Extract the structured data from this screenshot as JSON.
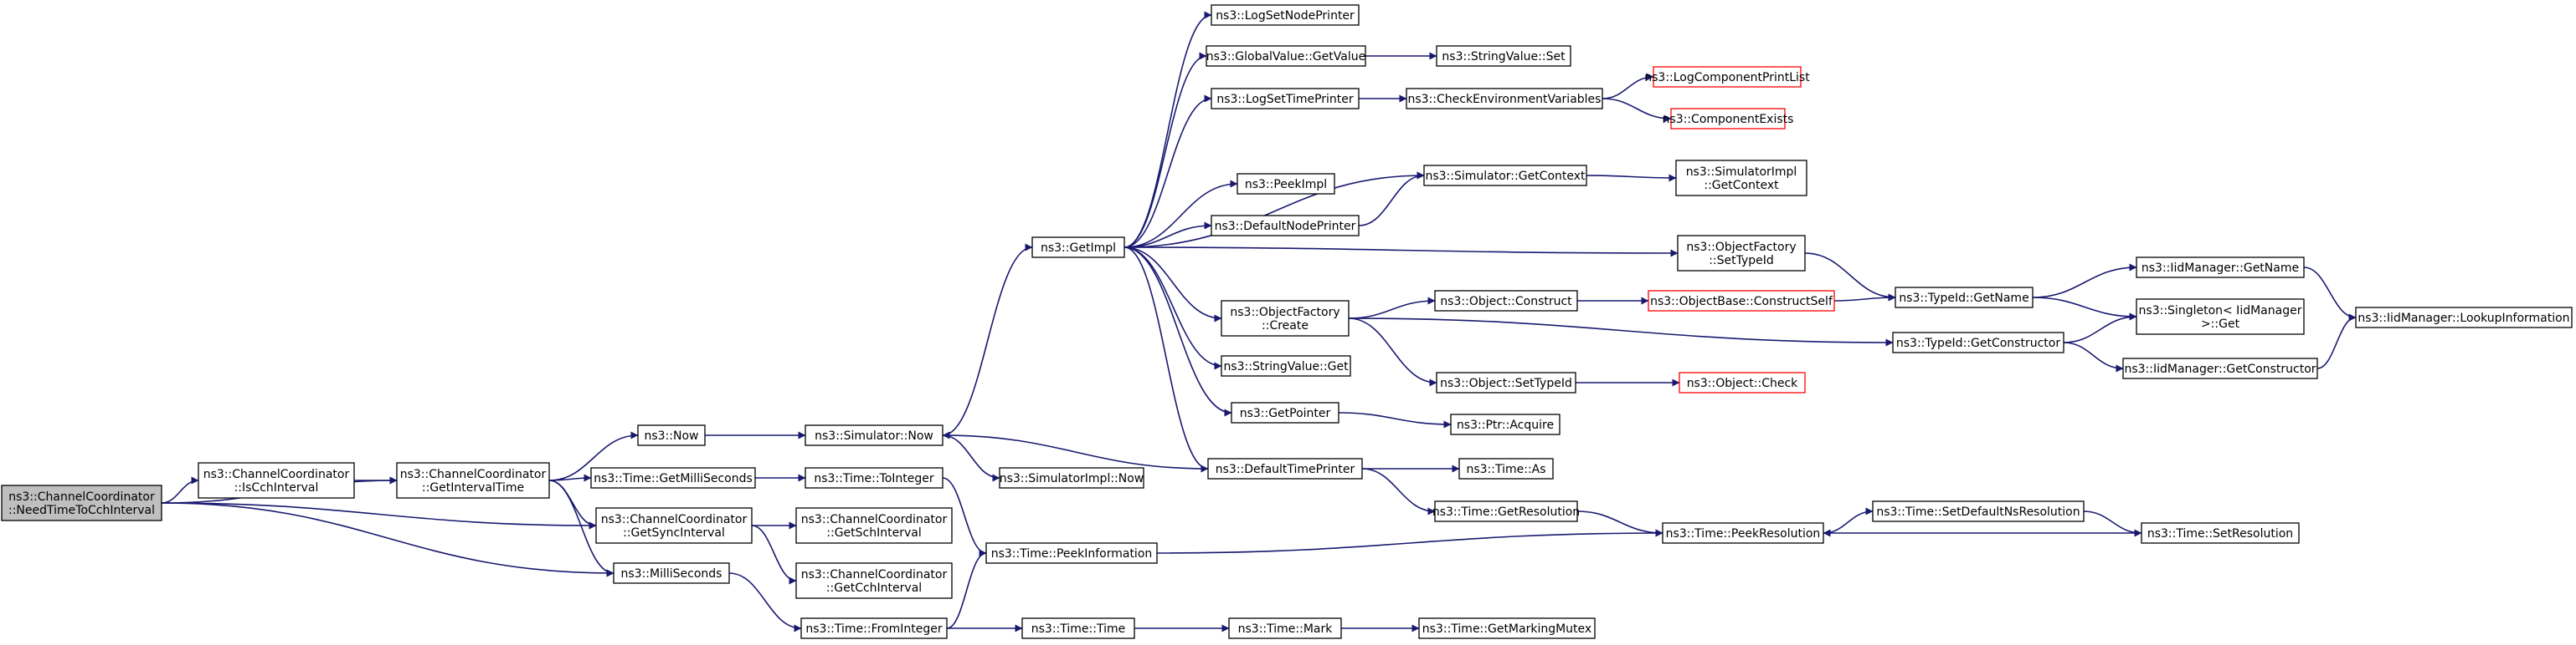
{
  "graph": {
    "edge_color": "#191970",
    "root_fill": "#bfbfbf",
    "missing_border_color": "#ff0000",
    "nodes": [
      {
        "id": "root",
        "lines": [
          "ns3::ChannelCoordinator",
          "::NeedTimeToCchInterval"
        ],
        "style": "root"
      },
      {
        "id": "isCch",
        "lines": [
          "ns3::ChannelCoordinator",
          "::IsCchInterval"
        ]
      },
      {
        "id": "getInt",
        "lines": [
          "ns3::ChannelCoordinator",
          "::GetIntervalTime"
        ]
      },
      {
        "id": "getSync",
        "lines": [
          "ns3::ChannelCoordinator",
          "::GetSyncInterval"
        ]
      },
      {
        "id": "milliSec",
        "lines": [
          "ns3::MilliSeconds"
        ]
      },
      {
        "id": "now",
        "lines": [
          "ns3::Now"
        ]
      },
      {
        "id": "getMilli",
        "lines": [
          "ns3::Time::GetMilliSeconds"
        ]
      },
      {
        "id": "getSch",
        "lines": [
          "ns3::ChannelCoordinator",
          "::GetSchInterval"
        ]
      },
      {
        "id": "getCchI",
        "lines": [
          "ns3::ChannelCoordinator",
          "::GetCchInterval"
        ]
      },
      {
        "id": "simNow",
        "lines": [
          "ns3::Simulator::Now"
        ]
      },
      {
        "id": "toInt",
        "lines": [
          "ns3::Time::ToInteger"
        ]
      },
      {
        "id": "fromInt",
        "lines": [
          "ns3::Time::FromInteger"
        ]
      },
      {
        "id": "peekInfo",
        "lines": [
          "ns3::Time::PeekInformation"
        ]
      },
      {
        "id": "simImplNow",
        "lines": [
          "ns3::SimulatorImpl::Now"
        ]
      },
      {
        "id": "getImpl",
        "lines": [
          "ns3::GetImpl"
        ]
      },
      {
        "id": "timeTime",
        "lines": [
          "ns3::Time::Time"
        ]
      },
      {
        "id": "logNode",
        "lines": [
          "ns3::LogSetNodePrinter"
        ]
      },
      {
        "id": "gvGet",
        "lines": [
          "ns3::GlobalValue::GetValue"
        ]
      },
      {
        "id": "logTime",
        "lines": [
          "ns3::LogSetTimePrinter"
        ]
      },
      {
        "id": "peekImpl",
        "lines": [
          "ns3::PeekImpl"
        ]
      },
      {
        "id": "defNode",
        "lines": [
          "ns3::DefaultNodePrinter"
        ]
      },
      {
        "id": "ofCreate",
        "lines": [
          "ns3::ObjectFactory",
          "::Create"
        ]
      },
      {
        "id": "svGet",
        "lines": [
          "ns3::StringValue::Get"
        ]
      },
      {
        "id": "getPtr",
        "lines": [
          "ns3::GetPointer"
        ]
      },
      {
        "id": "defTime",
        "lines": [
          "ns3::DefaultTimePrinter"
        ]
      },
      {
        "id": "mark",
        "lines": [
          "ns3::Time::Mark"
        ]
      },
      {
        "id": "svSet",
        "lines": [
          "ns3::StringValue::Set"
        ]
      },
      {
        "id": "checkEnv",
        "lines": [
          "ns3::CheckEnvironmentVariables"
        ]
      },
      {
        "id": "simCtx",
        "lines": [
          "ns3::Simulator::GetContext"
        ]
      },
      {
        "id": "objConstruct",
        "lines": [
          "ns3::Object::Construct"
        ]
      },
      {
        "id": "objSetTid",
        "lines": [
          "ns3::Object::SetTypeId"
        ]
      },
      {
        "id": "ptrAcq",
        "lines": [
          "ns3::Ptr::Acquire"
        ]
      },
      {
        "id": "timeAs",
        "lines": [
          "ns3::Time::As"
        ]
      },
      {
        "id": "getRes",
        "lines": [
          "ns3::Time::GetResolution"
        ]
      },
      {
        "id": "getMarkMtx",
        "lines": [
          "ns3::Time::GetMarkingMutex"
        ]
      },
      {
        "id": "logCompPrint",
        "lines": [
          "ns3::LogComponentPrintList"
        ],
        "style": "missing"
      },
      {
        "id": "compExists",
        "lines": [
          "ns3::ComponentExists"
        ],
        "style": "missing"
      },
      {
        "id": "obConstructSelf",
        "lines": [
          "ns3::ObjectBase::ConstructSelf"
        ],
        "style": "missing"
      },
      {
        "id": "objCheck",
        "lines": [
          "ns3::Object::Check"
        ],
        "style": "missing"
      },
      {
        "id": "simImplCtx",
        "lines": [
          "ns3::SimulatorImpl",
          "::GetContext"
        ]
      },
      {
        "id": "ofSetTid",
        "lines": [
          "ns3::ObjectFactory",
          "::SetTypeId"
        ]
      },
      {
        "id": "peekRes",
        "lines": [
          "ns3::Time::PeekResolution"
        ]
      },
      {
        "id": "tidGetName",
        "lines": [
          "ns3::TypeId::GetName"
        ]
      },
      {
        "id": "tidGetCtor",
        "lines": [
          "ns3::TypeId::GetConstructor"
        ]
      },
      {
        "id": "setDefRes",
        "lines": [
          "ns3::Time::SetDefaultNsResolution"
        ]
      },
      {
        "id": "iidGetName",
        "lines": [
          "ns3::IidManager::GetName"
        ]
      },
      {
        "id": "singGet",
        "lines": [
          "ns3::Singleton< IidManager",
          " >::Get"
        ]
      },
      {
        "id": "iidGetCtor",
        "lines": [
          "ns3::IidManager::GetConstructor"
        ]
      },
      {
        "id": "setRes",
        "lines": [
          "ns3::Time::SetResolution"
        ]
      },
      {
        "id": "iidLookup",
        "lines": [
          "ns3::IidManager::LookupInformation"
        ]
      }
    ],
    "edges": [
      [
        "root",
        "isCch"
      ],
      [
        "root",
        "getInt"
      ],
      [
        "root",
        "getSync"
      ],
      [
        "root",
        "milliSec"
      ],
      [
        "isCch",
        "getInt"
      ],
      [
        "getInt",
        "now"
      ],
      [
        "getInt",
        "getMilli"
      ],
      [
        "getInt",
        "getSync"
      ],
      [
        "getInt",
        "milliSec"
      ],
      [
        "getSync",
        "getSch"
      ],
      [
        "getSync",
        "getCchI"
      ],
      [
        "milliSec",
        "fromInt"
      ],
      [
        "now",
        "simNow"
      ],
      [
        "getMilli",
        "toInt"
      ],
      [
        "simNow",
        "getImpl"
      ],
      [
        "simNow",
        "simImplNow"
      ],
      [
        "toInt",
        "peekInfo"
      ],
      [
        "fromInt",
        "peekInfo"
      ],
      [
        "fromInt",
        "timeTime"
      ],
      [
        "peekInfo",
        "peekRes"
      ],
      [
        "timeTime",
        "mark"
      ],
      [
        "mark",
        "getMarkMtx"
      ],
      [
        "getImpl",
        "logNode"
      ],
      [
        "getImpl",
        "gvGet"
      ],
      [
        "getImpl",
        "logTime"
      ],
      [
        "getImpl",
        "simCtx"
      ],
      [
        "getImpl",
        "peekImpl"
      ],
      [
        "getImpl",
        "defNode"
      ],
      [
        "getImpl",
        "ofSetTid"
      ],
      [
        "getImpl",
        "ofCreate"
      ],
      [
        "getImpl",
        "svGet"
      ],
      [
        "getImpl",
        "getPtr"
      ],
      [
        "getImpl",
        "defTime"
      ],
      [
        "gvGet",
        "svSet"
      ],
      [
        "logTime",
        "checkEnv"
      ],
      [
        "checkEnv",
        "logCompPrint"
      ],
      [
        "checkEnv",
        "compExists"
      ],
      [
        "defNode",
        "simCtx"
      ],
      [
        "simCtx",
        "simImplCtx"
      ],
      [
        "ofSetTid",
        "tidGetName"
      ],
      [
        "ofCreate",
        "objConstruct"
      ],
      [
        "ofCreate",
        "tidGetCtor"
      ],
      [
        "ofCreate",
        "objSetTid"
      ],
      [
        "objConstruct",
        "obConstructSelf"
      ],
      [
        "obConstructSelf",
        "tidGetName"
      ],
      [
        "tidGetName",
        "iidGetName"
      ],
      [
        "tidGetName",
        "singGet"
      ],
      [
        "tidGetCtor",
        "singGet"
      ],
      [
        "tidGetCtor",
        "iidGetCtor"
      ],
      [
        "iidGetName",
        "iidLookup"
      ],
      [
        "iidGetCtor",
        "iidLookup"
      ],
      [
        "objSetTid",
        "objCheck"
      ],
      [
        "getPtr",
        "ptrAcq"
      ],
      [
        "defTime",
        "simNow"
      ],
      [
        "defTime",
        "timeAs"
      ],
      [
        "defTime",
        "getRes"
      ],
      [
        "getRes",
        "peekRes"
      ],
      [
        "peekRes",
        "setDefRes"
      ],
      [
        "setDefRes",
        "setRes"
      ],
      [
        "setRes",
        "peekRes"
      ]
    ]
  }
}
